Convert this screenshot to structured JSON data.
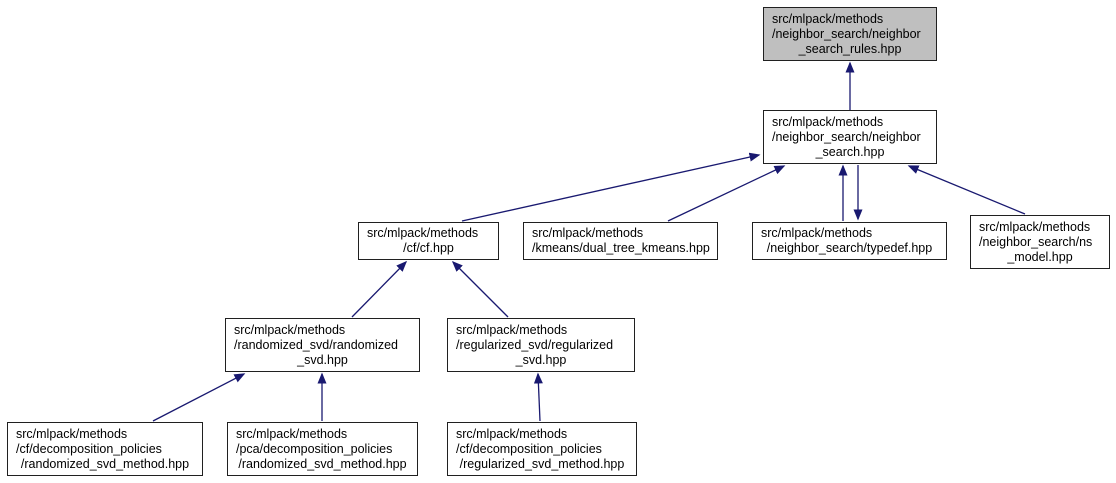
{
  "diagram": {
    "kind": "doxygen-included-by-dependency-graph",
    "nodes": [
      {
        "id": "rules",
        "label": "src/mlpack/methods/neighbor_search/neighbor_search_rules.hpp",
        "lines": [
          "src/mlpack/methods",
          "/neighbor_search/neighbor",
          "_search_rules.hpp"
        ],
        "highlighted": true
      },
      {
        "id": "search",
        "label": "src/mlpack/methods/neighbor_search/neighbor_search.hpp",
        "lines": [
          "src/mlpack/methods",
          "/neighbor_search/neighbor",
          "_search.hpp"
        ],
        "highlighted": false
      },
      {
        "id": "cf",
        "label": "src/mlpack/methods/cf/cf.hpp",
        "lines": [
          "src/mlpack/methods",
          "/cf/cf.hpp"
        ],
        "highlighted": false
      },
      {
        "id": "kmeans",
        "label": "src/mlpack/methods/kmeans/dual_tree_kmeans.hpp",
        "lines": [
          "src/mlpack/methods",
          "/kmeans/dual_tree_kmeans.hpp"
        ],
        "highlighted": false
      },
      {
        "id": "typedef",
        "label": "src/mlpack/methods/neighbor_search/typedef.hpp",
        "lines": [
          "src/mlpack/methods",
          "/neighbor_search/typedef.hpp"
        ],
        "highlighted": false
      },
      {
        "id": "ns_model",
        "label": "src/mlpack/methods/neighbor_search/ns_model.hpp",
        "lines": [
          "src/mlpack/methods",
          "/neighbor_search/ns",
          "_model.hpp"
        ],
        "highlighted": false
      },
      {
        "id": "rand_svd",
        "label": "src/mlpack/methods/randomized_svd/randomized_svd.hpp",
        "lines": [
          "src/mlpack/methods",
          "/randomized_svd/randomized",
          "_svd.hpp"
        ],
        "highlighted": false
      },
      {
        "id": "reg_svd",
        "label": "src/mlpack/methods/regularized_svd/regularized_svd.hpp",
        "lines": [
          "src/mlpack/methods",
          "/regularized_svd/regularized",
          "_svd.hpp"
        ],
        "highlighted": false
      },
      {
        "id": "cf_rand",
        "label": "src/mlpack/methods/cf/decomposition_policies/randomized_svd_method.hpp",
        "lines": [
          "src/mlpack/methods",
          "/cf/decomposition_policies",
          "/randomized_svd_method.hpp"
        ],
        "highlighted": false
      },
      {
        "id": "pca_rand",
        "label": "src/mlpack/methods/pca/decomposition_policies/randomized_svd_method.hpp",
        "lines": [
          "src/mlpack/methods",
          "/pca/decomposition_policies",
          "/randomized_svd_method.hpp"
        ],
        "highlighted": false
      },
      {
        "id": "cf_reg",
        "label": "src/mlpack/methods/cf/decomposition_policies/regularized_svd_method.hpp",
        "lines": [
          "src/mlpack/methods",
          "/cf/decomposition_policies",
          "/regularized_svd_method.hpp"
        ],
        "highlighted": false
      }
    ],
    "edges": [
      {
        "from": "search",
        "to": "rules"
      },
      {
        "from": "cf",
        "to": "search"
      },
      {
        "from": "kmeans",
        "to": "search"
      },
      {
        "from": "typedef",
        "to": "search"
      },
      {
        "from": "search",
        "to": "typedef"
      },
      {
        "from": "ns_model",
        "to": "search"
      },
      {
        "from": "rand_svd",
        "to": "cf"
      },
      {
        "from": "reg_svd",
        "to": "cf"
      },
      {
        "from": "cf_rand",
        "to": "rand_svd"
      },
      {
        "from": "pca_rand",
        "to": "rand_svd"
      },
      {
        "from": "cf_reg",
        "to": "reg_svd"
      }
    ]
  },
  "colors": {
    "edge": "#191970",
    "node_fill": "#ffffff",
    "highlight_fill": "#bfbfbf",
    "node_border": "#202020",
    "text": "#000000",
    "background": "#ffffff"
  }
}
